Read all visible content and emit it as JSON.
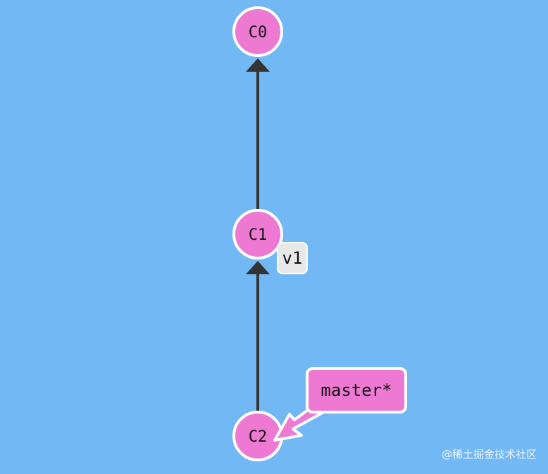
{
  "colors": {
    "background": "#72b8f5",
    "commit_fill": "#ee79d2",
    "commit_stroke": "#ffffff",
    "edge": "#333333",
    "tag_fill": "#e8e8e8",
    "branch_fill": "#ee79d2"
  },
  "commits": [
    {
      "id": "C0"
    },
    {
      "id": "C1"
    },
    {
      "id": "C2"
    }
  ],
  "edges": [
    {
      "from": "C1",
      "to": "C0"
    },
    {
      "from": "C2",
      "to": "C1"
    }
  ],
  "tag": {
    "label": "v1",
    "commit": "C1"
  },
  "branch": {
    "label": "master*",
    "commit": "C2"
  },
  "watermark": "@稀土掘金技术社区"
}
